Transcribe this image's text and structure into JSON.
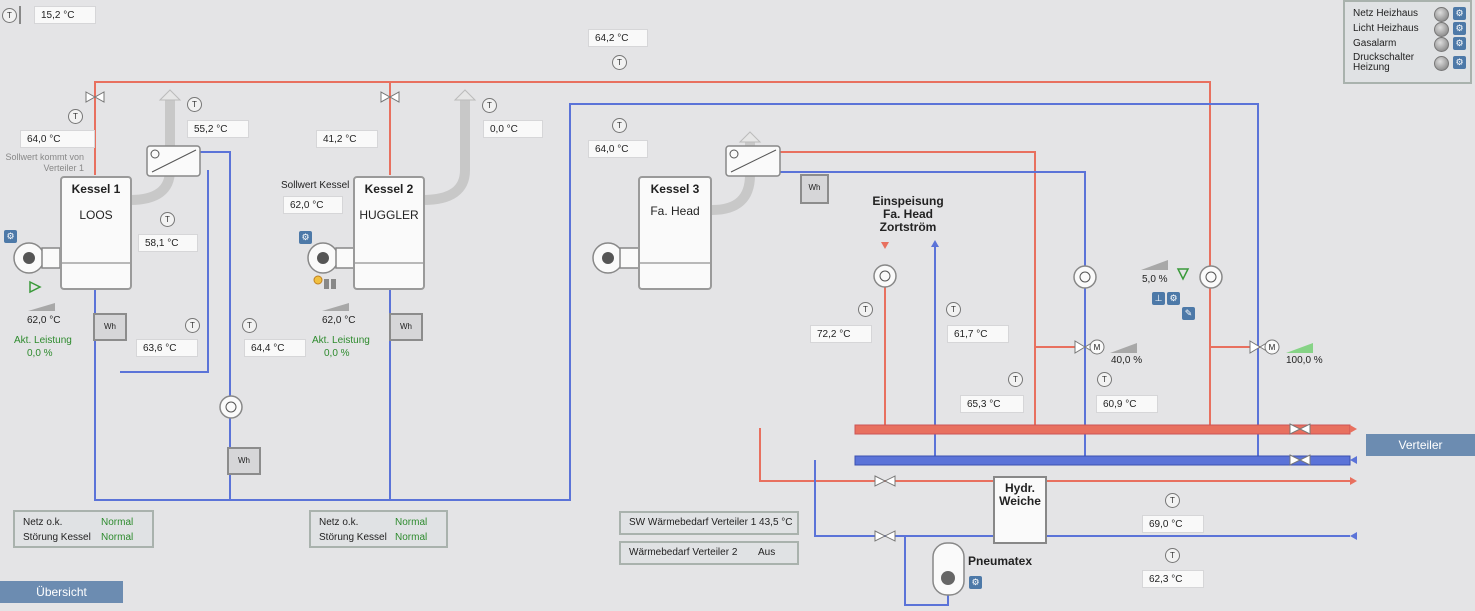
{
  "outdoor": {
    "temp": "15,2 °C"
  },
  "top": {
    "supply_temp": "64,2 °C",
    "return_temp": "64,0 °C"
  },
  "kessel1": {
    "title": "Kessel 1",
    "name": "LOOS",
    "temp_above": "64,0 °C",
    "setpoint_note": "Sollwert kommt von Verteiler 1",
    "exhaust_temp": "55,2 °C",
    "flue_temp": "58,1 °C",
    "setpoint": "62,0 °C",
    "power_label": "Akt. Leistung",
    "power": "0,0 %",
    "return_temp": "63,6 °C",
    "pump_temp": "64,4 °C"
  },
  "kessel2": {
    "title": "Kessel 2",
    "name": "HUGGLER",
    "temp_above": "41,2 °C",
    "exhaust_temp": "0,0 °C",
    "setpoint_label": "Sollwert Kessel",
    "setpoint_value": "62,0 °C",
    "setpoint": "62,0 °C",
    "power_label": "Akt. Leistung",
    "power": "0,0 %"
  },
  "kessel3": {
    "title": "Kessel 3",
    "name": "Fa. Head"
  },
  "wh_label": "Wh",
  "einspeisung": {
    "title_1": "Einspeisung",
    "title_2": "Fa. Head",
    "title_3": "Zortström",
    "supply": "72,2 °C",
    "return": "61,7 °C"
  },
  "mixing": {
    "m1_temp": "65,3 °C",
    "m1_ret": "60,9 °C",
    "m1_pct": "40,0 %",
    "m2_pct": "100,0 %",
    "pump_pct": "5,0 %",
    "m_label": "M"
  },
  "verteiler": {
    "label": "Verteiler"
  },
  "weiche": {
    "line1": "Hydr.",
    "line2": "Weiche",
    "temp1": "69,0 °C",
    "temp2": "62,3 °C"
  },
  "pneumatex": {
    "label": "Pneumatex"
  },
  "status1": {
    "netz_label": "Netz o.k.",
    "netz": "Normal",
    "stoerung_label": "Störung Kessel",
    "stoerung": "Normal"
  },
  "status2": {
    "netz_label": "Netz o.k.",
    "netz": "Normal",
    "stoerung_label": "Störung Kessel",
    "stoerung": "Normal"
  },
  "waermebedarf1": "SW Wärmebedarf Verteiler 1 43,5 °C",
  "waermebedarf2": {
    "label": "Wärmebedarf Verteiler 2",
    "value": "Aus"
  },
  "legend": {
    "items": [
      "Netz Heizhaus",
      "Licht Heizhaus",
      "Gasalarm",
      "Druckschalter Heizung"
    ]
  },
  "overview_button": "Übersicht",
  "sensor_letter": "T",
  "colors": {
    "supply": "#e8705f",
    "return": "#5b73d8",
    "ok_green": "#2e8b2e",
    "button_blue": "#6c8cb1"
  }
}
